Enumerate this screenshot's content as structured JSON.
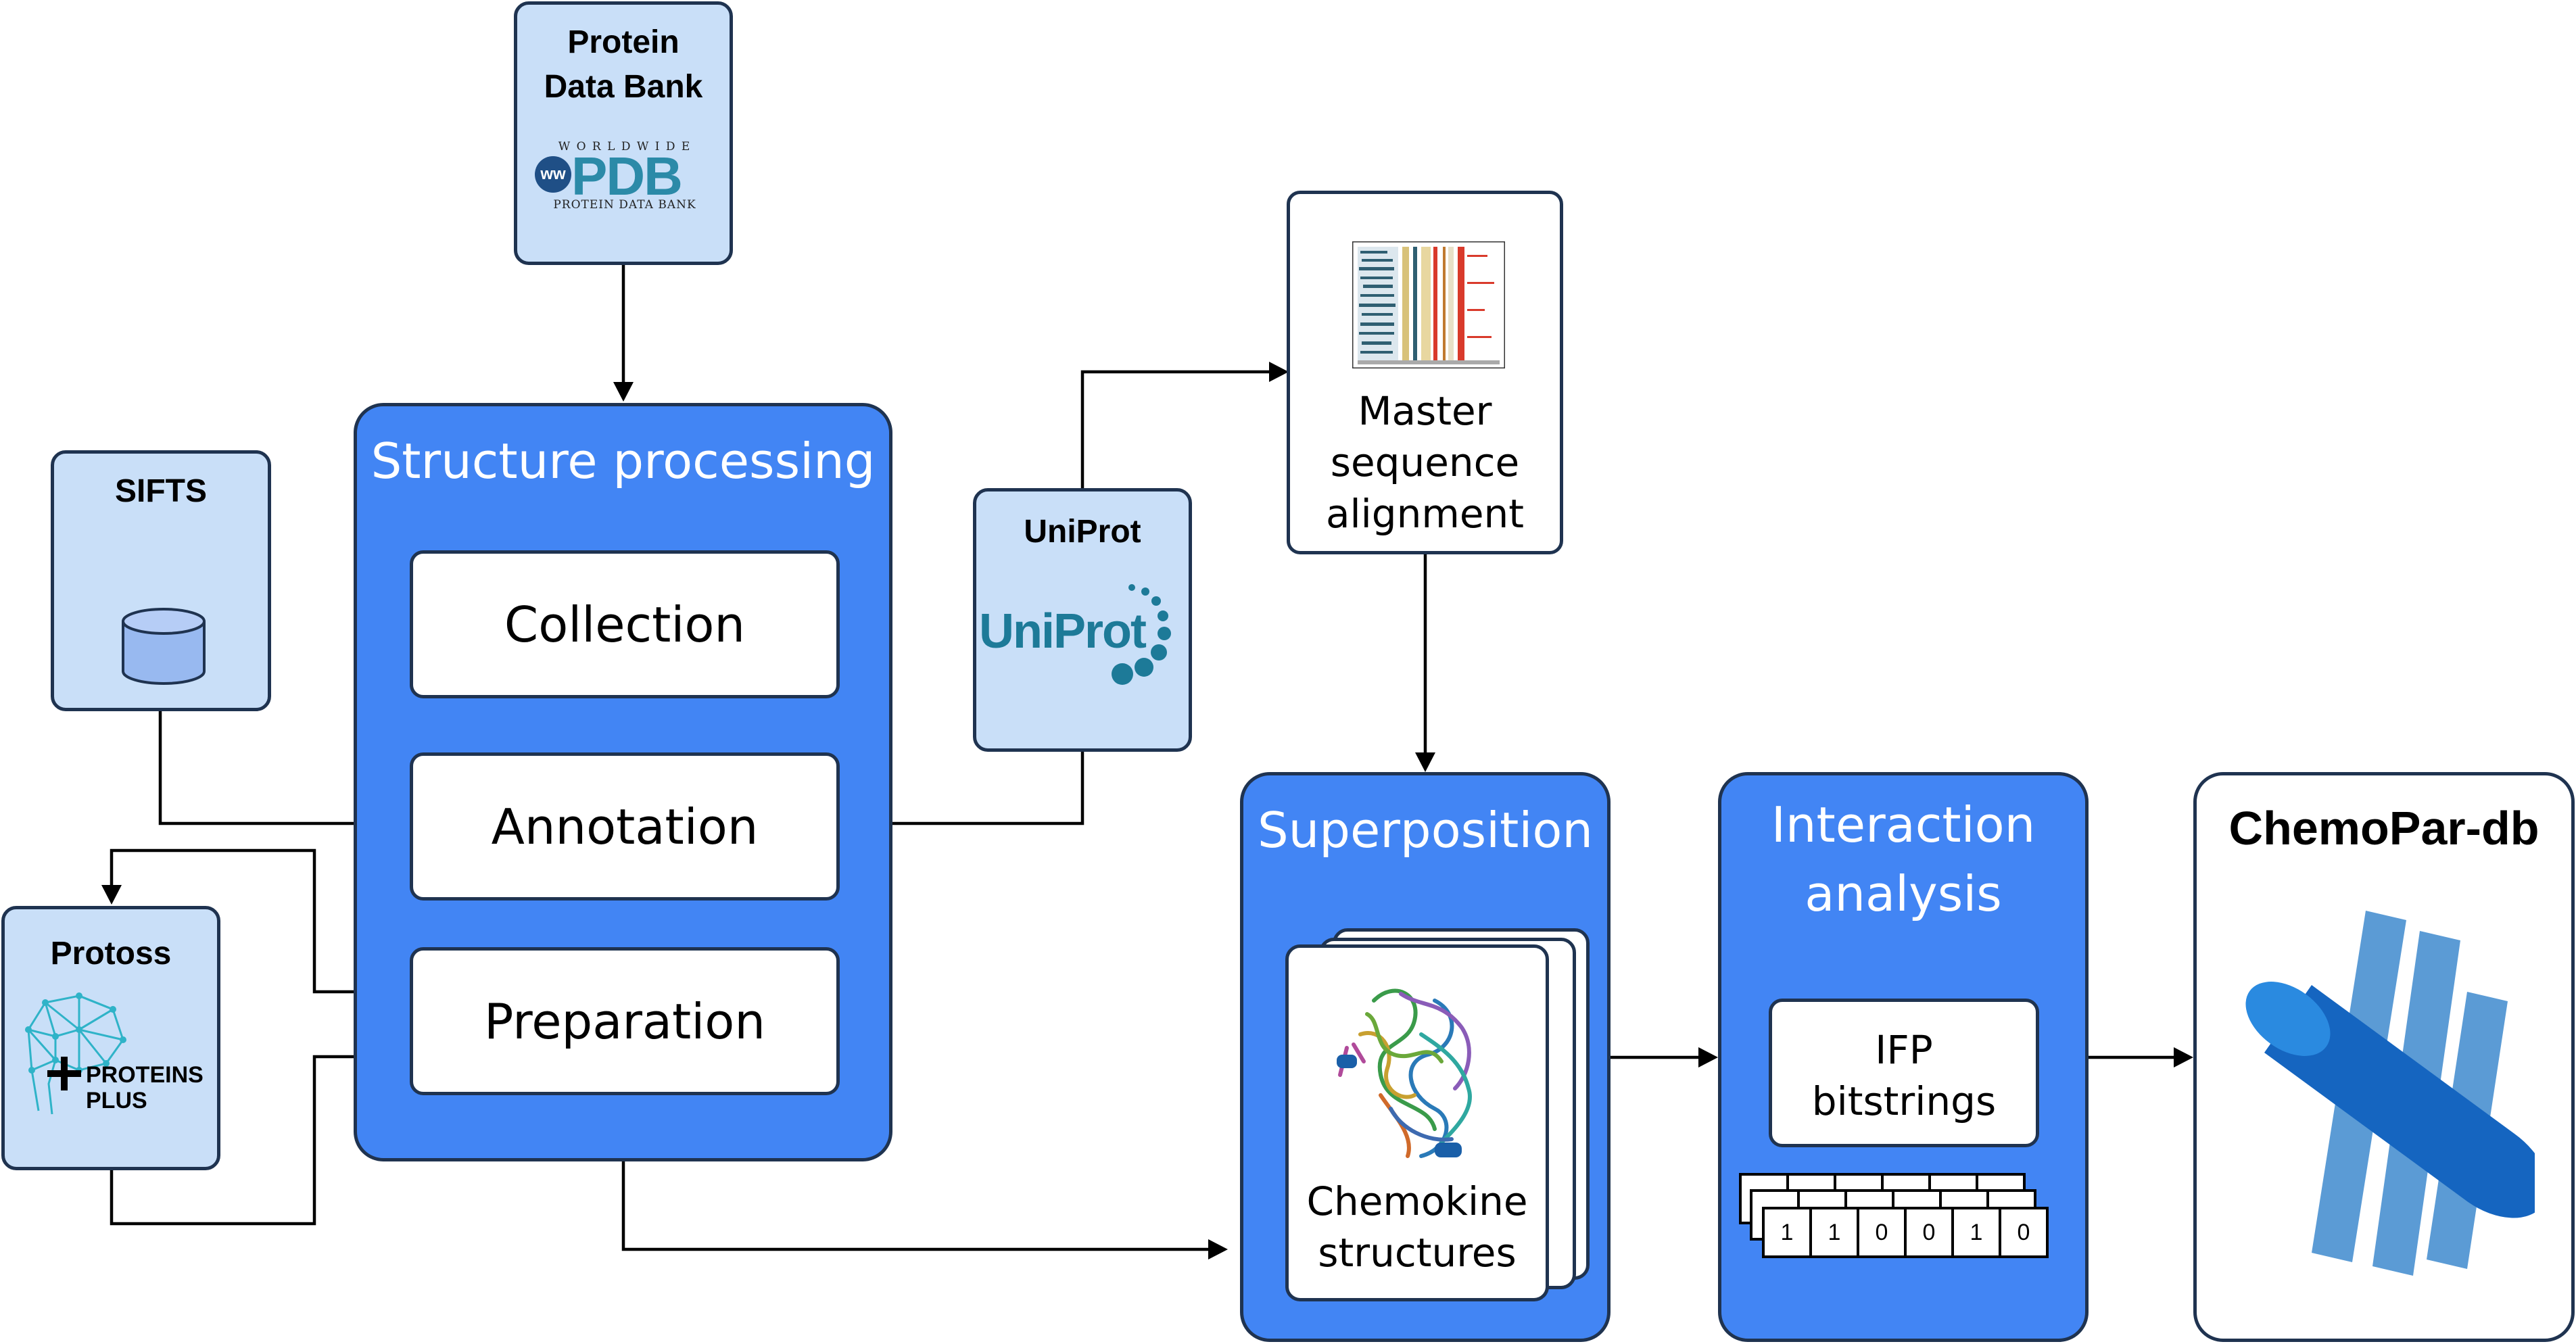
{
  "sources": {
    "pdb": {
      "title_line1": "Protein",
      "title_line2": "Data Bank",
      "logo_top": "W O R L D W I D E",
      "logo_ww": "ww",
      "logo_main": "PDB",
      "logo_bottom": "PROTEIN DATA BANK"
    },
    "sifts": {
      "title": "SIFTS",
      "icon": "database-icon"
    },
    "uniprot": {
      "title": "UniProt",
      "logo_text": "UniProt"
    },
    "protoss": {
      "title": "Protoss",
      "logo_line1": "PROTEINS",
      "logo_line2": "PLUS"
    }
  },
  "structure_processing": {
    "title": "Structure processing",
    "steps": {
      "collection": "Collection",
      "annotation": "Annotation",
      "preparation": "Preparation"
    }
  },
  "msa": {
    "line1": "Master",
    "line2": "sequence",
    "line3": "alignment"
  },
  "superposition": {
    "title": "Superposition",
    "card_line1": "Chemokine",
    "card_line2": "structures"
  },
  "interaction": {
    "title_line1": "Interaction",
    "title_line2": "analysis",
    "ifp_line1": "IFP",
    "ifp_line2": "bitstrings",
    "bits": [
      "1",
      "1",
      "0",
      "0",
      "1",
      "0"
    ]
  },
  "chemopar": {
    "title": "ChemoPar-db"
  },
  "colors": {
    "source_fill": "#c9dff8",
    "process_fill": "#4285f4",
    "border": "#1f3350",
    "logo_blue": "#2b8aa8",
    "uniprot_teal": "#1d7a98"
  }
}
